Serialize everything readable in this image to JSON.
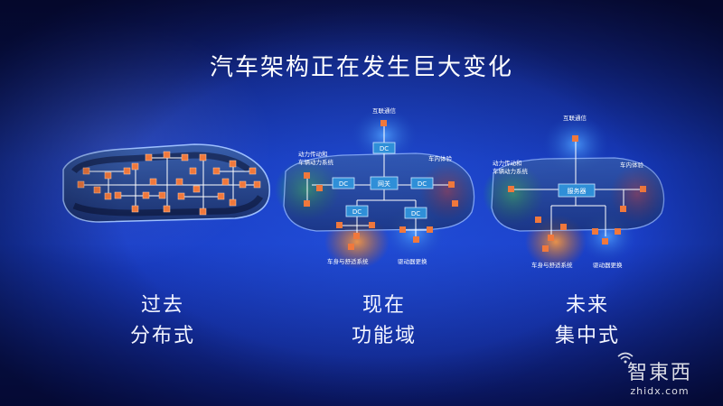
{
  "slide": {
    "title": "汽车架构正在发生巨大变化",
    "columns": [
      {
        "line1": "过去",
        "line2": "分布式"
      },
      {
        "line1": "现在",
        "line2": "功能域"
      },
      {
        "line1": "未来",
        "line2": "集中式"
      }
    ]
  },
  "diagram_present": {
    "dc": "DC",
    "gateway": "网关",
    "labels": {
      "connect": "互联通信",
      "power": "动力传动和",
      "chassis": "车辆动力系统",
      "cabin": "车内体验",
      "body": "车身与舒适系统",
      "adas": "驱动器更换"
    }
  },
  "diagram_future": {
    "server": "服务器",
    "labels": {
      "connect": "互联通信",
      "power": "动力传动和",
      "chassis": "车辆动力系统",
      "cabin": "车内体验",
      "body": "车身与舒适系统",
      "adas": "驱动器更换"
    }
  },
  "watermark": {
    "logo": "智東西",
    "url": "zhidx.com"
  },
  "colors": {
    "node": "#f0783c",
    "dc_box": "#2f8fd8",
    "text": "#ffffff"
  }
}
